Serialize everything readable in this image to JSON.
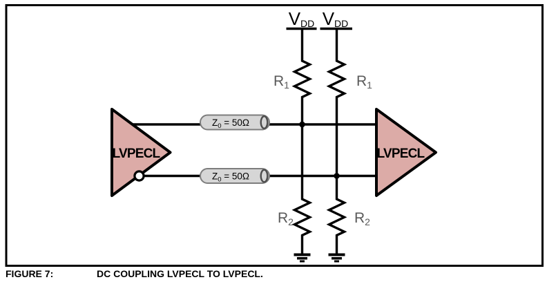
{
  "figure": {
    "label": "FIGURE 7:",
    "title": "DC COUPLING LVPECL TO LVPECL."
  },
  "schematic": {
    "driver": {
      "label": "LVPECL"
    },
    "receiver": {
      "label": "LVPECL"
    },
    "supply_left": {
      "symbol": "V",
      "subscript": "DD"
    },
    "supply_right": {
      "symbol": "V",
      "subscript": "DD"
    },
    "resistor_r1_left": {
      "symbol": "R",
      "subscript": "1"
    },
    "resistor_r1_right": {
      "symbol": "R",
      "subscript": "1"
    },
    "resistor_r2_left": {
      "symbol": "R",
      "subscript": "2"
    },
    "resistor_r2_right": {
      "symbol": "R",
      "subscript": "2"
    },
    "tline_top": {
      "symbol": "Z",
      "subscript": "0",
      "value": " = 50Ω"
    },
    "tline_bottom": {
      "symbol": "Z",
      "subscript": "0",
      "value": " = 50Ω"
    },
    "colors": {
      "buffer_fill": "#dcaba7",
      "wire": "#000000",
      "resistor_label": "#595959",
      "tline_fill": "#d6d6d6",
      "tline_stroke": "#7d7d7d"
    }
  }
}
